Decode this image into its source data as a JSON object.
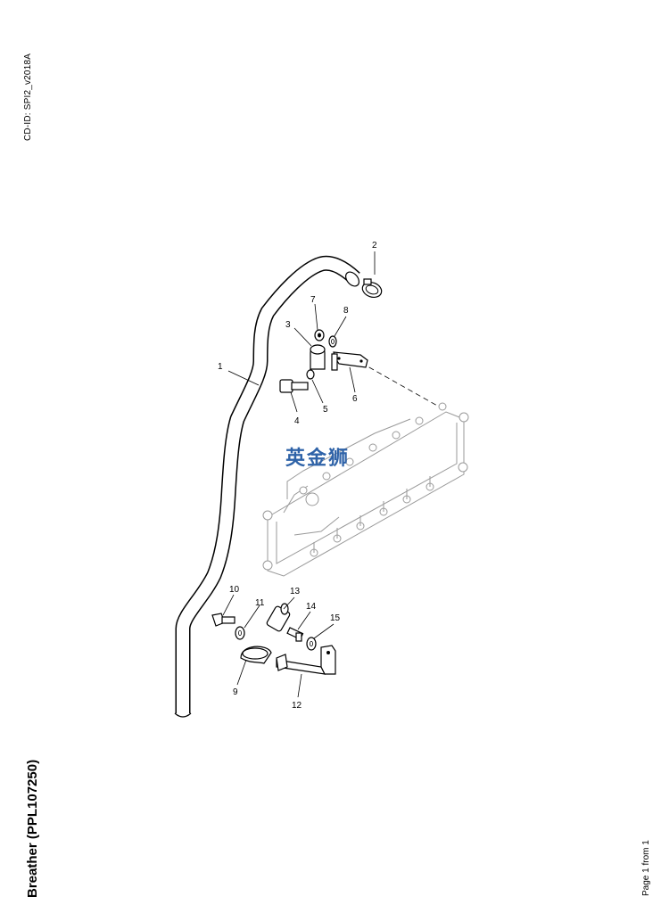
{
  "document": {
    "cd_id": "CD-ID: SPI2_v2018A",
    "title": "Breather (PPL107250)",
    "page_label": "Page 1 from 1"
  },
  "watermark": {
    "text": "英金狮",
    "color": "#2f63a8"
  },
  "callouts": [
    {
      "id": "1",
      "label": "1"
    },
    {
      "id": "2",
      "label": "2"
    },
    {
      "id": "3",
      "label": "3"
    },
    {
      "id": "4",
      "label": "4"
    },
    {
      "id": "5",
      "label": "5"
    },
    {
      "id": "6",
      "label": "6"
    },
    {
      "id": "7",
      "label": "7"
    },
    {
      "id": "8",
      "label": "8"
    },
    {
      "id": "9",
      "label": "9"
    },
    {
      "id": "10",
      "label": "10"
    },
    {
      "id": "11",
      "label": "11"
    },
    {
      "id": "12",
      "label": "12"
    },
    {
      "id": "13",
      "label": "13"
    },
    {
      "id": "14",
      "label": "14"
    },
    {
      "id": "15",
      "label": "15"
    }
  ]
}
